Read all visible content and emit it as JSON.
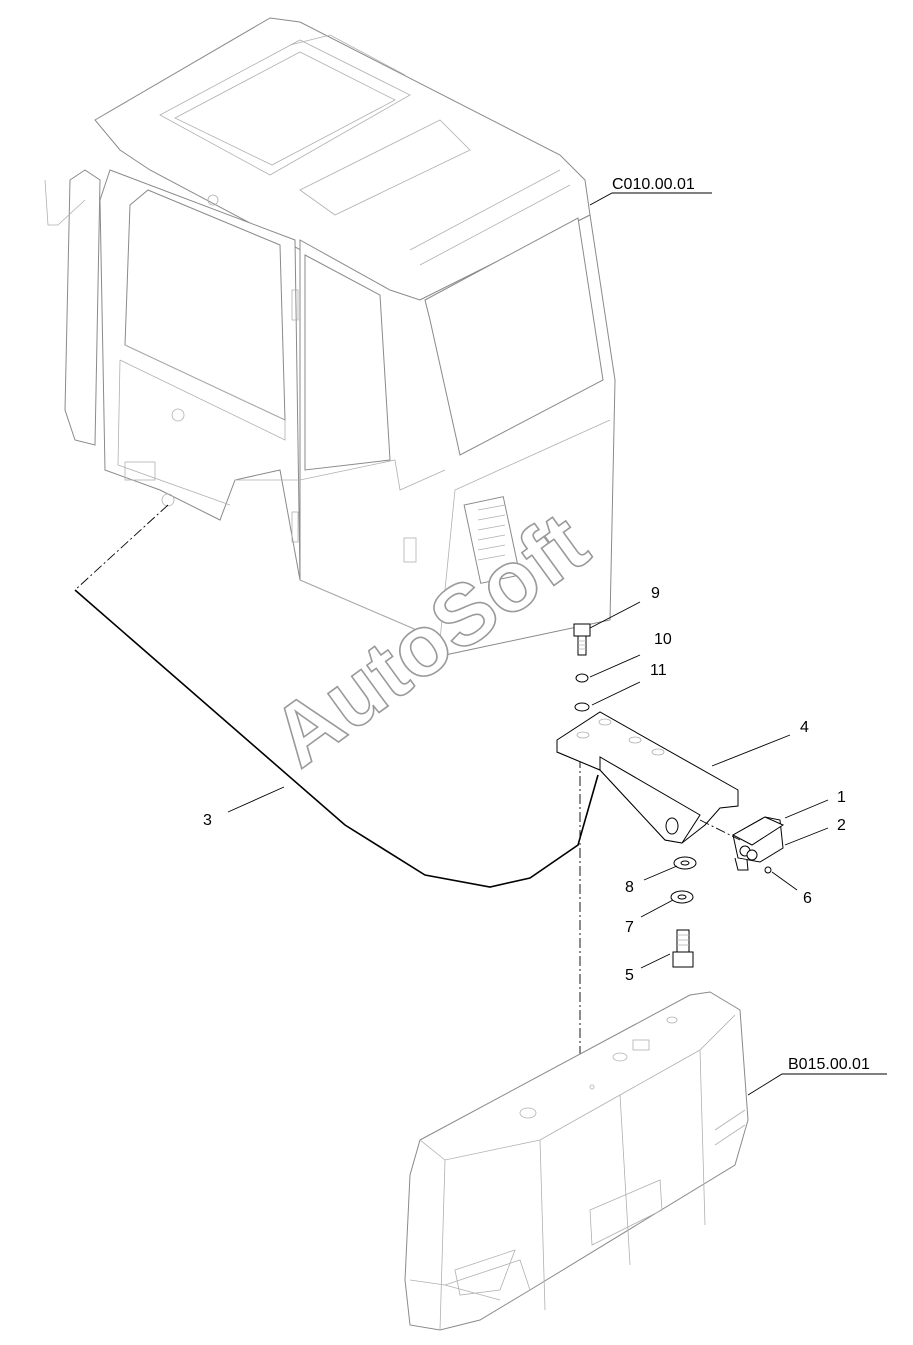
{
  "watermark": "AutoSoft",
  "references": {
    "cab": "C010.00.01",
    "counterweight": "B015.00.01"
  },
  "callouts": {
    "c1": "1",
    "c2": "2",
    "c3": "3",
    "c4": "4",
    "c5": "5",
    "c6": "6",
    "c7": "7",
    "c8": "8",
    "c9": "9",
    "c10": "10",
    "c11": "11"
  }
}
